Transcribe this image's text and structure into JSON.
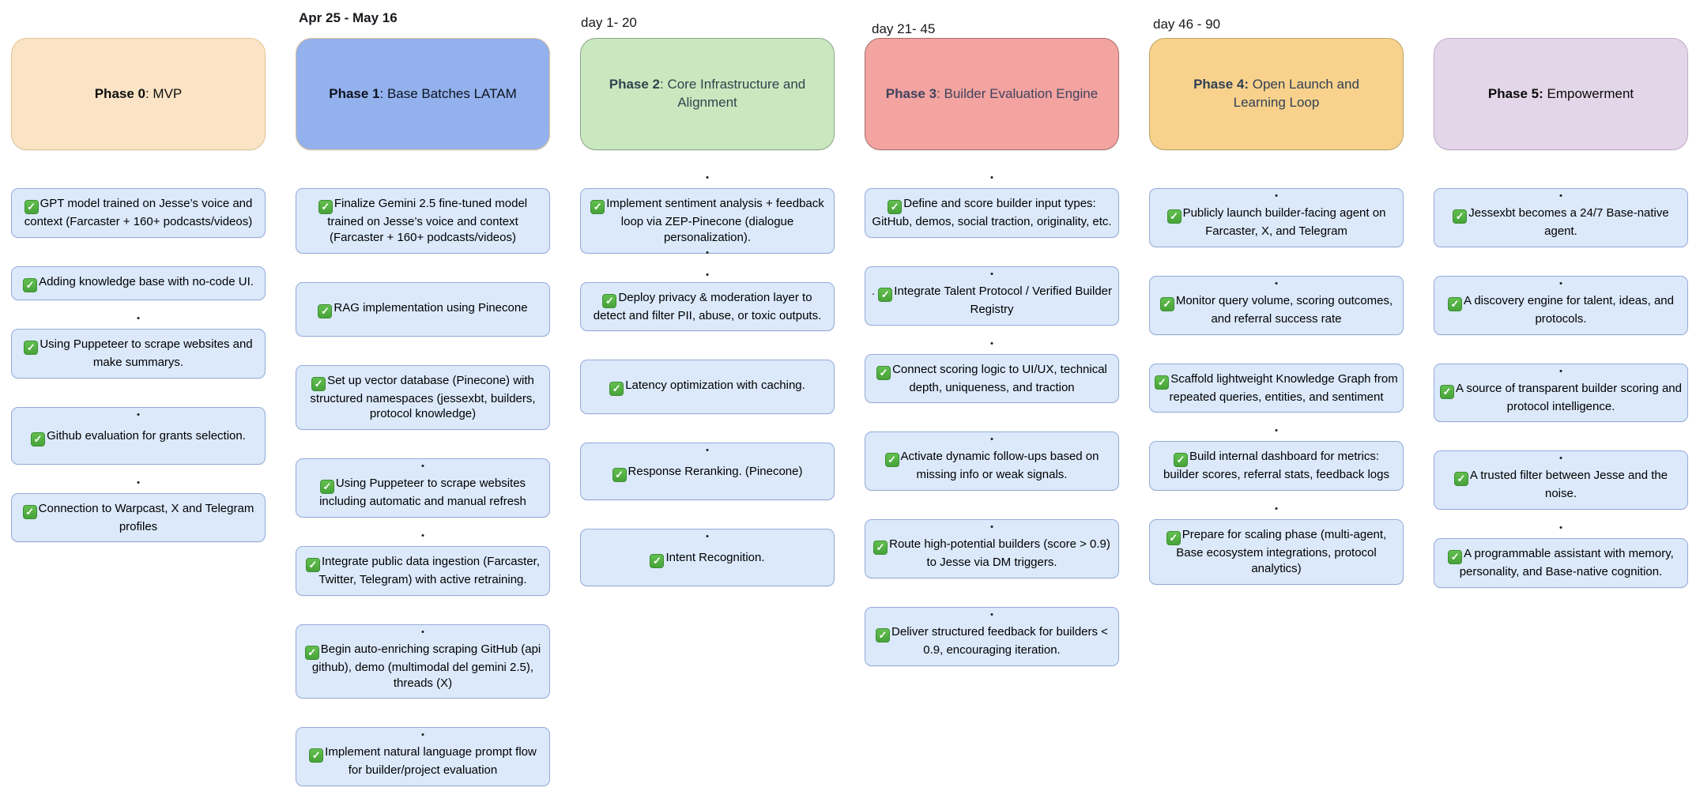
{
  "timeline_labels": [
    {
      "text": "Apr 25 - May 16"
    },
    {
      "text": "day 1- 20"
    },
    {
      "text": "day 21- 45"
    },
    {
      "text": "day 46 - 90"
    }
  ],
  "phases": [
    {
      "title_bold": "Phase 0",
      "title_rest": ": MVP",
      "colors": {
        "fill": "#fbe4c5",
        "border": "#e2c495",
        "text": "#101010"
      },
      "tasks": [
        {
          "checked": true,
          "text": "GPT model trained on Jesse’s voice and context (Farcaster + 160+ podcasts/videos)",
          "dot": "none"
        },
        {
          "checked": true,
          "text": "Adding knowledge base with no-code UI.",
          "dot": "none"
        },
        {
          "checked": true,
          "text": "Using Puppeteer to scrape websites and make summarys.",
          "dot": "above"
        },
        {
          "checked": true,
          "text": "Github evaluation for grants selection.",
          "dot": "inside",
          "tall": true
        },
        {
          "checked": true,
          "text": "Connection to Warpcast, X and Telegram profiles",
          "dot": "above"
        }
      ]
    },
    {
      "title_bold": "Phase 1",
      "title_rest": ": Base Batches LATAM",
      "colors": {
        "fill": "#93b1ec",
        "border": "#dcc09a",
        "text": "#0d1321"
      },
      "tasks": [
        {
          "checked": true,
          "text": "Finalize Gemini 2.5 fine-tuned model trained on Jesse’s voice and context (Farcaster + 160+ podcasts/videos)",
          "dot": "none"
        },
        {
          "checked": true,
          "text": "RAG implementation using Pinecone",
          "dot": "none",
          "tall": true
        },
        {
          "checked": true,
          "text": "Set up vector database (Pinecone) with structured namespaces (jessexbt, builders, protocol knowledge)",
          "dot": "none"
        },
        {
          "checked": true,
          "text": "Using Puppeteer to scrape websites including automatic and manual refresh",
          "dot": "inside"
        },
        {
          "checked": true,
          "text": "Integrate public data ingestion (Farcaster, Twitter, Telegram) with active retraining.",
          "dot": "above"
        },
        {
          "checked": true,
          "text": "Begin auto-enriching scraping GitHub (api github), demo (multimodal del gemini 2.5), threads (X)",
          "dot": "inside"
        },
        {
          "checked": true,
          "text": "Implement natural language prompt flow for builder/project evaluation",
          "dot": "inside"
        }
      ]
    },
    {
      "title_bold": "Phase 2",
      "title_rest": ": Core Infrastructure and Alignment",
      "colors": {
        "fill": "#c9e8bf",
        "border": "#8ba888",
        "text": "#31444d"
      },
      "tasks": [
        {
          "checked": true,
          "text": "Implement sentiment analysis + feedback loop via ZEP-Pinecone (dialogue personalization).",
          "dot": "above"
        },
        {
          "checked": true,
          "text": "Deploy privacy & moderation layer to detect and filter PII, abuse, or toxic outputs.",
          "dot": "above2"
        },
        {
          "checked": true,
          "text": "Latency optimization with caching.",
          "dot": "none",
          "tall": true
        },
        {
          "checked": true,
          "text": "Response Reranking. (Pinecone)",
          "dot": "inside",
          "tall": true
        },
        {
          "checked": true,
          "text": "Intent Recognition.",
          "dot": "inside",
          "tall": true
        }
      ]
    },
    {
      "title_bold": "Phase 3",
      "title_rest": ": Builder Evaluation Engine",
      "colors": {
        "fill": "#f3a3a0",
        "border": "#a66f6d",
        "text": "#40445f"
      },
      "tasks": [
        {
          "checked": true,
          "text": "Define and score builder input types: GitHub, demos, social traction, originality, etc.",
          "dot": "above"
        },
        {
          "checked": true,
          "text": "Integrate Talent Protocol / Verified Builder Registry",
          "dot": "inside",
          "leading_dot": true
        },
        {
          "checked": true,
          "text": "Connect scoring logic to UI/UX, technical depth, uniqueness, and traction",
          "dot": "above"
        },
        {
          "checked": true,
          "text": "Activate dynamic follow-ups based on missing info or weak signals.",
          "dot": "inside"
        },
        {
          "checked": true,
          "text": "Route high-potential builders (score > 0.9) to Jesse via DM triggers.",
          "dot": "inside"
        },
        {
          "checked": true,
          "text": "Deliver structured feedback for builders < 0.9, encouraging iteration.",
          "dot": "inside"
        }
      ]
    },
    {
      "title_bold": "Phase 4:",
      "title_rest": " Open Launch and Learning Loop",
      "colors": {
        "fill": "#f8d28c",
        "border": "#bfa469",
        "text": "#303f54"
      },
      "tasks": [
        {
          "checked": true,
          "text": "Publicly launch builder-facing agent on Farcaster, X, and Telegram",
          "dot": "inside"
        },
        {
          "checked": true,
          "text": "Monitor query volume, scoring outcomes, and referral success rate",
          "dot": "inside"
        },
        {
          "checked": true,
          "text": "Scaffold lightweight Knowledge Graph from repeated queries, entities, and sentiment",
          "dot": "none"
        },
        {
          "checked": true,
          "text": "Build internal dashboard for metrics: builder scores, referral stats, feedback logs",
          "dot": "above"
        },
        {
          "checked": true,
          "text": "Prepare for scaling phase (multi-agent, Base ecosystem integrations, protocol analytics)",
          "dot": "above"
        }
      ]
    },
    {
      "title_bold": "Phase 5:",
      "title_rest": " Empowerment",
      "colors": {
        "fill": "#e4d6e9",
        "border": "#c1abc9",
        "text": "#0b0b0b"
      },
      "tasks": [
        {
          "checked": true,
          "text": "Jessexbt becomes a 24/7 Base-native agent.",
          "dot": "inside"
        },
        {
          "checked": true,
          "text": "A discovery engine for talent, ideas, and protocols.",
          "dot": "inside"
        },
        {
          "checked": true,
          "text": "A source of transparent builder scoring and protocol intelligence.",
          "dot": "inside"
        },
        {
          "checked": true,
          "text": "A trusted filter between Jesse and the noise.",
          "dot": "inside"
        },
        {
          "checked": true,
          "text": "A programmable assistant with memory, personality, and Base-native cognition.",
          "dot": "above"
        }
      ]
    }
  ]
}
